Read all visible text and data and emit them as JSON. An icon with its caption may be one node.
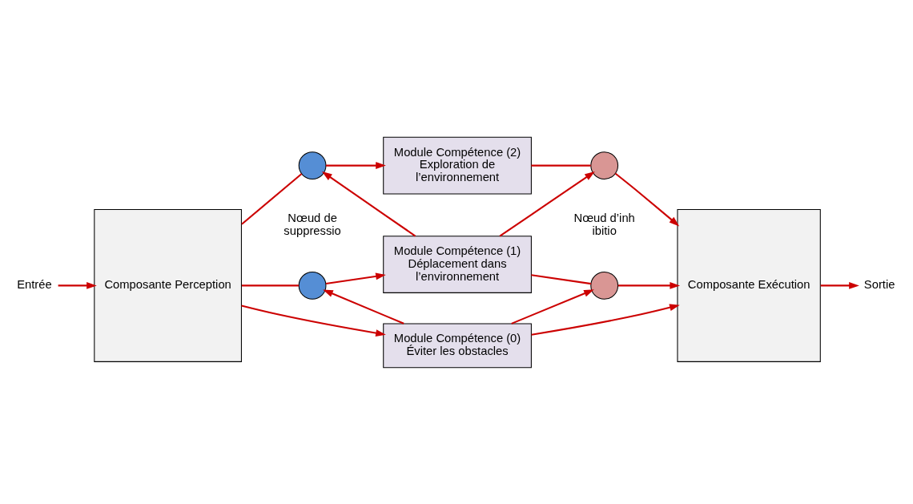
{
  "diagram": {
    "nodes": [
      {
        "text": [
          "Entrée"
        ]
      },
      {
        "text": [
          "Sortie"
        ]
      },
      {
        "text": [
          "Composante Perception"
        ]
      },
      {
        "text": [],
        "shape": "circle"
      },
      {
        "text": [
          "Module Compétence (2) Exploration de l’environnement"
        ]
      },
      {
        "text": [],
        "shape": "circle"
      },
      {
        "text": [
          "Composante Exécution"
        ]
      },
      {
        "text": [],
        "shape": "circle",
        "beside": [
          "Nœud de suppressio"
        ]
      },
      {
        "text": [
          "Module Compétence (1) Déplacement dans l’environnement"
        ]
      },
      {
        "text": [],
        "shape": "circle",
        "beside": [
          "Nœud d’inhibitio"
        ]
      },
      {
        "text": [
          "Module Compétence (0) Éviter les obstacles"
        ]
      }
    ],
    "edges": [
      {
        "from": 0,
        "to": 2,
        "arrow": "to"
      },
      {
        "from": 6,
        "to": 1,
        "arrow": "to"
      },
      {
        "from": 2,
        "to": 3,
        "arrow": "none"
      },
      {
        "from": 3,
        "to": 4,
        "arrow": "to"
      },
      {
        "from": 4,
        "to": 5,
        "arrow": "none"
      },
      {
        "from": 5,
        "to": 6,
        "arrow": "to"
      },
      {
        "from": 2,
        "to": 7,
        "arrow": "none"
      },
      {
        "from": 7,
        "to": 8,
        "arrow": "to"
      },
      {
        "from": 8,
        "to": 9,
        "arrow": "none"
      },
      {
        "from": 9,
        "to": 6,
        "arrow": "to"
      },
      {
        "from": 2,
        "to": 10,
        "arrow": "to"
      },
      {
        "from": 10,
        "to": 6,
        "arrow": "to"
      },
      {
        "from": 8,
        "to": 3,
        "arrow": "to"
      },
      {
        "from": 8,
        "to": 5,
        "arrow": "to"
      },
      {
        "from": 10,
        "to": 7,
        "arrow": "to"
      },
      {
        "from": 10,
        "to": 9,
        "arrow": "to"
      }
    ]
  }
}
